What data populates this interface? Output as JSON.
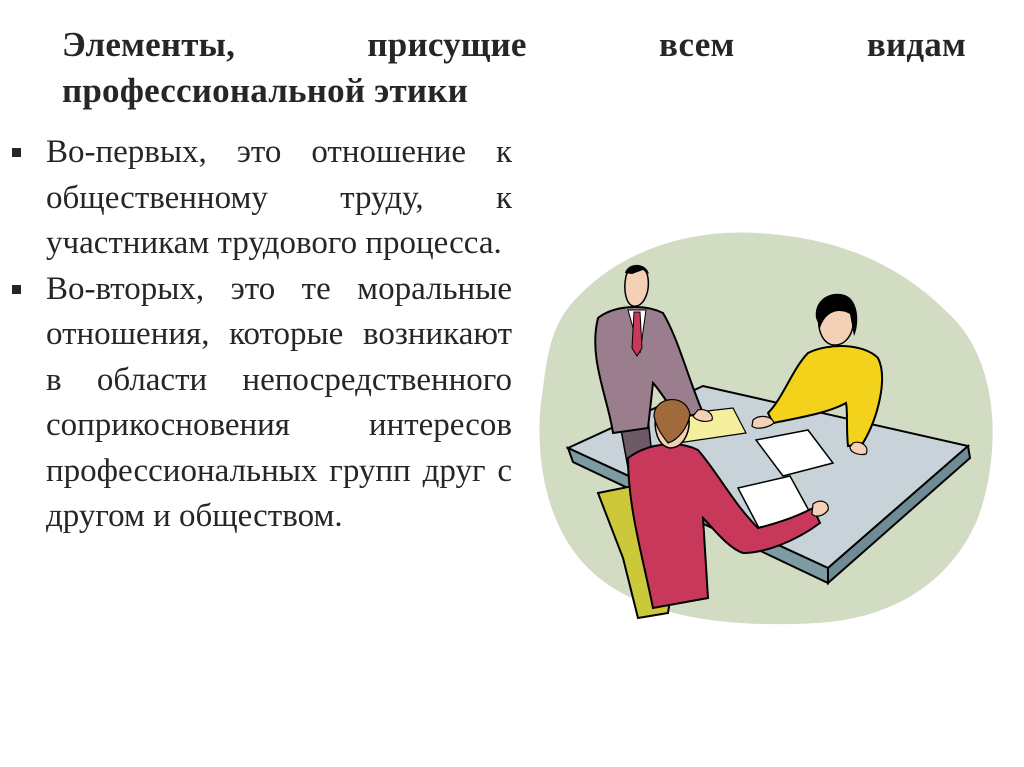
{
  "slide": {
    "title_line1": "Элементы, присущие всем видам",
    "title_line2": "профессиональной этики",
    "bullets": [
      {
        "text": "Во-первых, это отношение к общественному труду, к участникам трудового процесса."
      },
      {
        "text": "Во-вторых, это те моральные отношения, которые возникают в области непосредственного соприкосновения интересов профессиональных групп друг с другом и обществом."
      }
    ],
    "illustration": {
      "icon": "business-meeting-clipart-icon",
      "colors": {
        "background_blob": "#d2dcc3",
        "table_top": "#c7d3d8",
        "table_edge": "#7e9aa3",
        "standing_man_jacket": "#9a7e8e",
        "woman_sweater": "#f2d21a",
        "seated_man_sweater": "#c8385a",
        "chair": "#cbc93a",
        "paper": "#ffffff",
        "skin": "#f3d0b6",
        "outline": "#000000"
      }
    }
  }
}
